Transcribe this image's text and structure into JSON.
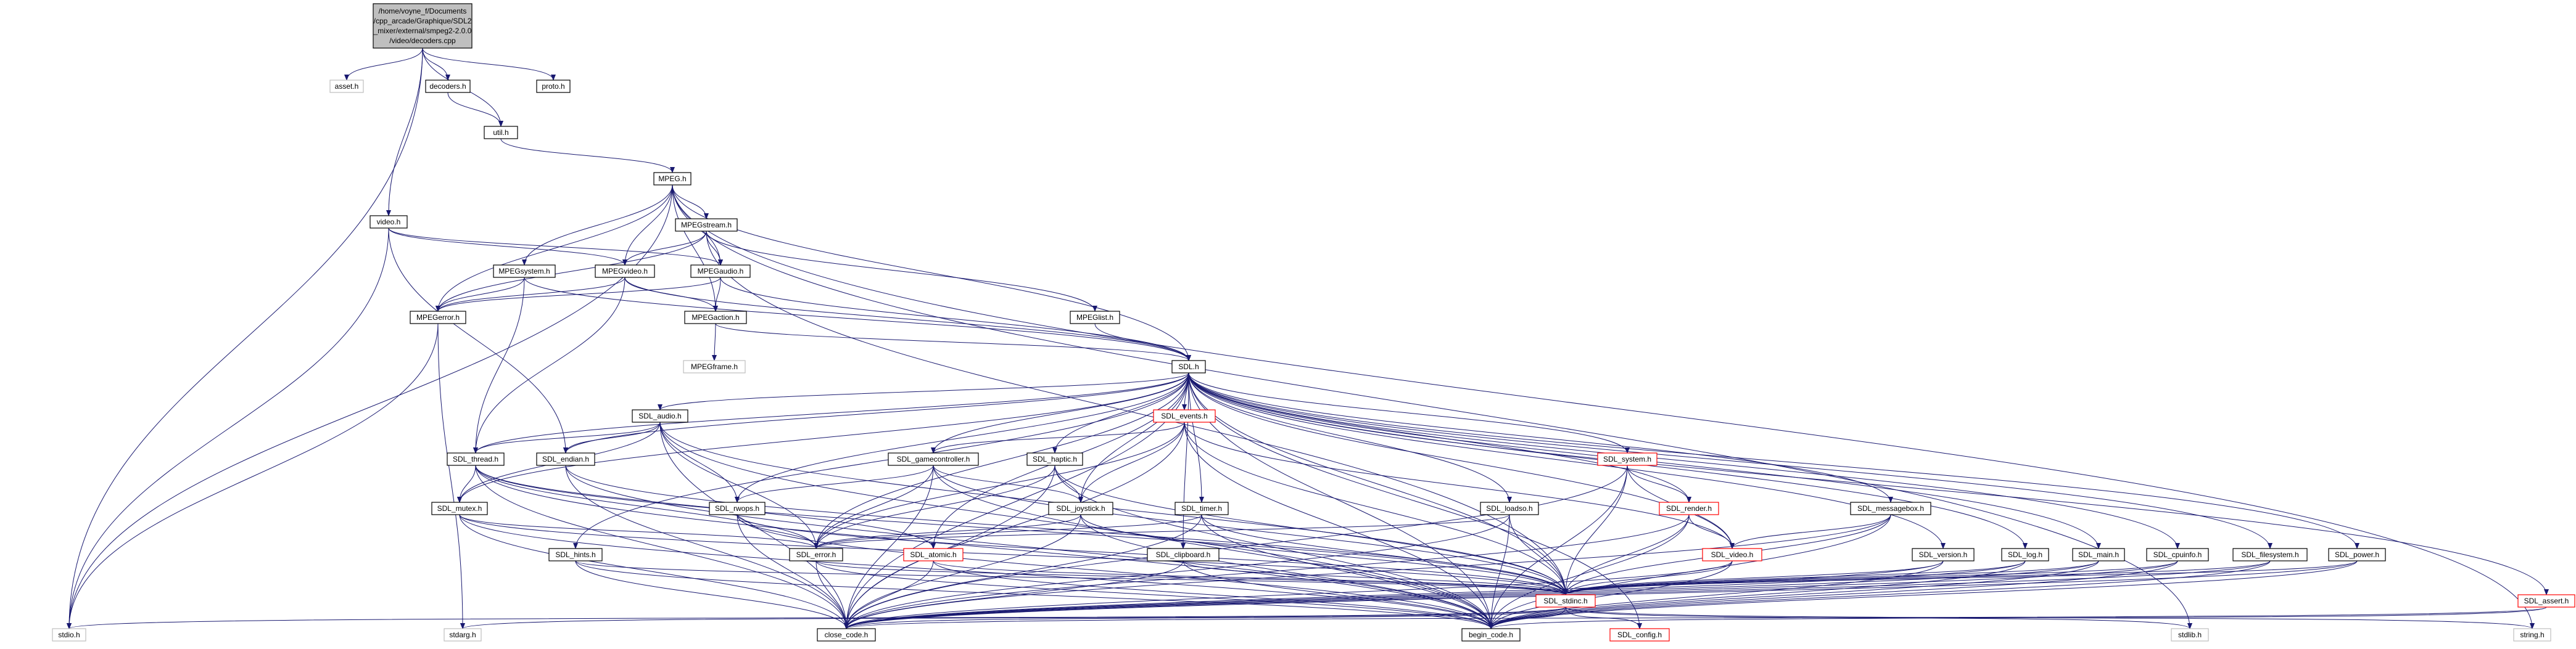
{
  "title_lines": [
    "/home/voyne_f/Documents",
    "/cpp_arcade/Graphique/SDL2",
    "_mixer/external/smpeg2-2.0.0",
    "/video/decoders.cpp"
  ],
  "colors": {
    "edge": "#191970",
    "default_border": "#000000",
    "missing_border": "#bfbfbf",
    "missing_text": "#9a9a9a",
    "truncated_border": "#ff0000",
    "root_fill": "#bfbfbf",
    "fill": "#ffffff"
  },
  "nodes": [
    {
      "id": "root",
      "label": "/home/voyne_f/Documents /cpp_arcade/Graphique/SDL2 _mixer/external/smpeg2-2.0.0 /video/decoders.cpp",
      "kind": "root"
    },
    {
      "id": "asset_h",
      "label": "asset.h",
      "kind": "missing"
    },
    {
      "id": "decoders_h",
      "label": "decoders.h",
      "kind": "normal"
    },
    {
      "id": "proto_h",
      "label": "proto.h",
      "kind": "normal"
    },
    {
      "id": "util_h",
      "label": "util.h",
      "kind": "normal"
    },
    {
      "id": "video_h",
      "label": "video.h",
      "kind": "normal"
    },
    {
      "id": "MPEG_h",
      "label": "MPEG.h",
      "kind": "normal"
    },
    {
      "id": "MPEGstream_h",
      "label": "MPEGstream.h",
      "kind": "normal"
    },
    {
      "id": "MPEGsystem_h",
      "label": "MPEGsystem.h",
      "kind": "normal"
    },
    {
      "id": "MPEGvideo_h",
      "label": "MPEGvideo.h",
      "kind": "normal"
    },
    {
      "id": "MPEGaudio_h",
      "label": "MPEGaudio.h",
      "kind": "normal"
    },
    {
      "id": "MPEGerror_h",
      "label": "MPEGerror.h",
      "kind": "normal"
    },
    {
      "id": "MPEGaction_h",
      "label": "MPEGaction.h",
      "kind": "normal"
    },
    {
      "id": "MPEGlist_h",
      "label": "MPEGlist.h",
      "kind": "normal"
    },
    {
      "id": "MPEGframe_h",
      "label": "MPEGframe.h",
      "kind": "missing"
    },
    {
      "id": "SDL_h",
      "label": "SDL.h",
      "kind": "normal"
    },
    {
      "id": "SDL_audio_h",
      "label": "SDL_audio.h",
      "kind": "normal"
    },
    {
      "id": "SDL_events_h",
      "label": "SDL_events.h",
      "kind": "truncated"
    },
    {
      "id": "SDL_thread_h",
      "label": "SDL_thread.h",
      "kind": "normal"
    },
    {
      "id": "SDL_endian_h",
      "label": "SDL_endian.h",
      "kind": "normal"
    },
    {
      "id": "SDL_gamecontroller_h",
      "label": "SDL_gamecontroller.h",
      "kind": "normal"
    },
    {
      "id": "SDL_haptic_h",
      "label": "SDL_haptic.h",
      "kind": "normal"
    },
    {
      "id": "SDL_system_h",
      "label": "SDL_system.h",
      "kind": "truncated"
    },
    {
      "id": "SDL_mutex_h",
      "label": "SDL_mutex.h",
      "kind": "normal"
    },
    {
      "id": "SDL_rwops_h",
      "label": "SDL_rwops.h",
      "kind": "normal"
    },
    {
      "id": "SDL_joystick_h",
      "label": "SDL_joystick.h",
      "kind": "normal"
    },
    {
      "id": "SDL_timer_h",
      "label": "SDL_timer.h",
      "kind": "normal"
    },
    {
      "id": "SDL_loadso_h",
      "label": "SDL_loadso.h",
      "kind": "normal"
    },
    {
      "id": "SDL_render_h",
      "label": "SDL_render.h",
      "kind": "truncated"
    },
    {
      "id": "SDL_messagebox_h",
      "label": "SDL_messagebox.h",
      "kind": "normal"
    },
    {
      "id": "SDL_error_h",
      "label": "SDL_error.h",
      "kind": "normal"
    },
    {
      "id": "SDL_video_h",
      "label": "SDL_video.h",
      "kind": "truncated"
    },
    {
      "id": "SDL_hints_h",
      "label": "SDL_hints.h",
      "kind": "normal"
    },
    {
      "id": "SDL_atomic_h",
      "label": "SDL_atomic.h",
      "kind": "truncated"
    },
    {
      "id": "SDL_clipboard_h",
      "label": "SDL_clipboard.h",
      "kind": "normal"
    },
    {
      "id": "SDL_version_h",
      "label": "SDL_version.h",
      "kind": "normal"
    },
    {
      "id": "SDL_log_h",
      "label": "SDL_log.h",
      "kind": "normal"
    },
    {
      "id": "SDL_main_h",
      "label": "SDL_main.h",
      "kind": "normal"
    },
    {
      "id": "SDL_cpuinfo_h",
      "label": "SDL_cpuinfo.h",
      "kind": "normal"
    },
    {
      "id": "SDL_filesystem_h",
      "label": "SDL_filesystem.h",
      "kind": "normal"
    },
    {
      "id": "SDL_power_h",
      "label": "SDL_power.h",
      "kind": "normal"
    },
    {
      "id": "SDL_assert_h",
      "label": "SDL_assert.h",
      "kind": "truncated"
    },
    {
      "id": "SDL_stdinc_h",
      "label": "SDL_stdinc.h",
      "kind": "truncated"
    },
    {
      "id": "stdio_h",
      "label": "stdio.h",
      "kind": "missing"
    },
    {
      "id": "stdarg_h",
      "label": "stdarg.h",
      "kind": "missing"
    },
    {
      "id": "close_code_h",
      "label": "close_code.h",
      "kind": "normal"
    },
    {
      "id": "begin_code_h",
      "label": "begin_code.h",
      "kind": "normal"
    },
    {
      "id": "SDL_config_h",
      "label": "SDL_config.h",
      "kind": "truncated"
    },
    {
      "id": "stdlib_h",
      "label": "stdlib.h",
      "kind": "missing"
    },
    {
      "id": "string_h",
      "label": "string.h",
      "kind": "missing"
    }
  ],
  "edges": [
    [
      "root",
      "asset_h"
    ],
    [
      "root",
      "decoders_h"
    ],
    [
      "root",
      "proto_h"
    ],
    [
      "root",
      "util_h"
    ],
    [
      "root",
      "video_h"
    ],
    [
      "root",
      "stdio_h"
    ],
    [
      "decoders_h",
      "util_h"
    ],
    [
      "util_h",
      "MPEG_h"
    ],
    [
      "video_h",
      "MPEGvideo_h"
    ],
    [
      "video_h",
      "MPEGaudio_h"
    ],
    [
      "video_h",
      "SDL_endian_h"
    ],
    [
      "video_h",
      "stdio_h"
    ],
    [
      "MPEG_h",
      "MPEGstream_h"
    ],
    [
      "MPEG_h",
      "MPEGsystem_h"
    ],
    [
      "MPEG_h",
      "MPEGvideo_h"
    ],
    [
      "MPEG_h",
      "MPEGaudio_h"
    ],
    [
      "MPEG_h",
      "MPEGerror_h"
    ],
    [
      "MPEG_h",
      "MPEGaction_h"
    ],
    [
      "MPEG_h",
      "SDL_h"
    ],
    [
      "MPEG_h",
      "stdio_h"
    ],
    [
      "MPEG_h",
      "stdlib_h"
    ],
    [
      "MPEG_h",
      "string_h"
    ],
    [
      "MPEGstream_h",
      "MPEGvideo_h"
    ],
    [
      "MPEGstream_h",
      "MPEGaudio_h"
    ],
    [
      "MPEGstream_h",
      "MPEGerror_h"
    ],
    [
      "MPEGstream_h",
      "MPEGlist_h"
    ],
    [
      "MPEGstream_h",
      "SDL_stdinc_h"
    ],
    [
      "MPEGsystem_h",
      "MPEGerror_h"
    ],
    [
      "MPEGsystem_h",
      "SDL_thread_h"
    ],
    [
      "MPEGsystem_h",
      "SDL_h"
    ],
    [
      "MPEGvideo_h",
      "MPEGerror_h"
    ],
    [
      "MPEGvideo_h",
      "MPEGaction_h"
    ],
    [
      "MPEGvideo_h",
      "SDL_thread_h"
    ],
    [
      "MPEGvideo_h",
      "SDL_h"
    ],
    [
      "MPEGaudio_h",
      "MPEGerror_h"
    ],
    [
      "MPEGaudio_h",
      "MPEGaction_h"
    ],
    [
      "MPEGaudio_h",
      "SDL_h"
    ],
    [
      "MPEGerror_h",
      "stdio_h"
    ],
    [
      "MPEGerror_h",
      "stdarg_h"
    ],
    [
      "MPEGaction_h",
      "MPEGframe_h"
    ],
    [
      "MPEGaction_h",
      "SDL_h"
    ],
    [
      "MPEGlist_h",
      "SDL_h"
    ],
    [
      "SDL_h",
      "SDL_audio_h"
    ],
    [
      "SDL_h",
      "SDL_events_h"
    ],
    [
      "SDL_h",
      "SDL_thread_h"
    ],
    [
      "SDL_h",
      "SDL_endian_h"
    ],
    [
      "SDL_h",
      "SDL_gamecontroller_h"
    ],
    [
      "SDL_h",
      "SDL_haptic_h"
    ],
    [
      "SDL_h",
      "SDL_system_h"
    ],
    [
      "SDL_h",
      "SDL_mutex_h"
    ],
    [
      "SDL_h",
      "SDL_rwops_h"
    ],
    [
      "SDL_h",
      "SDL_joystick_h"
    ],
    [
      "SDL_h",
      "SDL_timer_h"
    ],
    [
      "SDL_h",
      "SDL_loadso_h"
    ],
    [
      "SDL_h",
      "SDL_render_h"
    ],
    [
      "SDL_h",
      "SDL_messagebox_h"
    ],
    [
      "SDL_h",
      "SDL_error_h"
    ],
    [
      "SDL_h",
      "SDL_video_h"
    ],
    [
      "SDL_h",
      "SDL_hints_h"
    ],
    [
      "SDL_h",
      "SDL_atomic_h"
    ],
    [
      "SDL_h",
      "SDL_clipboard_h"
    ],
    [
      "SDL_h",
      "SDL_version_h"
    ],
    [
      "SDL_h",
      "SDL_log_h"
    ],
    [
      "SDL_h",
      "SDL_main_h"
    ],
    [
      "SDL_h",
      "SDL_cpuinfo_h"
    ],
    [
      "SDL_h",
      "SDL_filesystem_h"
    ],
    [
      "SDL_h",
      "SDL_power_h"
    ],
    [
      "SDL_h",
      "SDL_assert_h"
    ],
    [
      "SDL_h",
      "SDL_stdinc_h"
    ],
    [
      "SDL_h",
      "close_code_h"
    ],
    [
      "SDL_h",
      "begin_code_h"
    ],
    [
      "SDL_h",
      "SDL_config_h"
    ],
    [
      "SDL_audio_h",
      "SDL_thread_h"
    ],
    [
      "SDL_audio_h",
      "SDL_endian_h"
    ],
    [
      "SDL_audio_h",
      "SDL_mutex_h"
    ],
    [
      "SDL_audio_h",
      "SDL_rwops_h"
    ],
    [
      "SDL_audio_h",
      "SDL_error_h"
    ],
    [
      "SDL_audio_h",
      "SDL_stdinc_h"
    ],
    [
      "SDL_audio_h",
      "close_code_h"
    ],
    [
      "SDL_audio_h",
      "begin_code_h"
    ],
    [
      "SDL_events_h",
      "SDL_gamecontroller_h"
    ],
    [
      "SDL_events_h",
      "SDL_joystick_h"
    ],
    [
      "SDL_events_h",
      "SDL_video_h"
    ],
    [
      "SDL_events_h",
      "SDL_error_h"
    ],
    [
      "SDL_events_h",
      "SDL_stdinc_h"
    ],
    [
      "SDL_events_h",
      "close_code_h"
    ],
    [
      "SDL_events_h",
      "begin_code_h"
    ],
    [
      "SDL_thread_h",
      "SDL_mutex_h"
    ],
    [
      "SDL_thread_h",
      "SDL_error_h"
    ],
    [
      "SDL_thread_h",
      "SDL_atomic_h"
    ],
    [
      "SDL_thread_h",
      "SDL_stdinc_h"
    ],
    [
      "SDL_thread_h",
      "close_code_h"
    ],
    [
      "SDL_thread_h",
      "begin_code_h"
    ],
    [
      "SDL_endian_h",
      "SDL_stdinc_h"
    ],
    [
      "SDL_endian_h",
      "close_code_h"
    ],
    [
      "SDL_endian_h",
      "begin_code_h"
    ],
    [
      "SDL_gamecontroller_h",
      "SDL_joystick_h"
    ],
    [
      "SDL_gamecontroller_h",
      "SDL_rwops_h"
    ],
    [
      "SDL_gamecontroller_h",
      "SDL_error_h"
    ],
    [
      "SDL_gamecontroller_h",
      "SDL_stdinc_h"
    ],
    [
      "SDL_gamecontroller_h",
      "close_code_h"
    ],
    [
      "SDL_gamecontroller_h",
      "begin_code_h"
    ],
    [
      "SDL_haptic_h",
      "SDL_joystick_h"
    ],
    [
      "SDL_haptic_h",
      "SDL_error_h"
    ],
    [
      "SDL_haptic_h",
      "SDL_stdinc_h"
    ],
    [
      "SDL_haptic_h",
      "close_code_h"
    ],
    [
      "SDL_haptic_h",
      "begin_code_h"
    ],
    [
      "SDL_system_h",
      "SDL_render_h"
    ],
    [
      "SDL_system_h",
      "SDL_video_h"
    ],
    [
      "SDL_system_h",
      "SDL_stdinc_h"
    ],
    [
      "SDL_system_h",
      "close_code_h"
    ],
    [
      "SDL_system_h",
      "begin_code_h"
    ],
    [
      "SDL_mutex_h",
      "SDL_error_h"
    ],
    [
      "SDL_mutex_h",
      "SDL_stdinc_h"
    ],
    [
      "SDL_mutex_h",
      "close_code_h"
    ],
    [
      "SDL_mutex_h",
      "begin_code_h"
    ],
    [
      "SDL_rwops_h",
      "SDL_error_h"
    ],
    [
      "SDL_rwops_h",
      "SDL_stdinc_h"
    ],
    [
      "SDL_rwops_h",
      "close_code_h"
    ],
    [
      "SDL_rwops_h",
      "begin_code_h"
    ],
    [
      "SDL_joystick_h",
      "SDL_error_h"
    ],
    [
      "SDL_joystick_h",
      "SDL_stdinc_h"
    ],
    [
      "SDL_joystick_h",
      "close_code_h"
    ],
    [
      "SDL_joystick_h",
      "begin_code_h"
    ],
    [
      "SDL_timer_h",
      "SDL_error_h"
    ],
    [
      "SDL_timer_h",
      "SDL_stdinc_h"
    ],
    [
      "SDL_timer_h",
      "close_code_h"
    ],
    [
      "SDL_timer_h",
      "begin_code_h"
    ],
    [
      "SDL_loadso_h",
      "SDL_error_h"
    ],
    [
      "SDL_loadso_h",
      "SDL_stdinc_h"
    ],
    [
      "SDL_loadso_h",
      "close_code_h"
    ],
    [
      "SDL_loadso_h",
      "begin_code_h"
    ],
    [
      "SDL_render_h",
      "SDL_video_h"
    ],
    [
      "SDL_render_h",
      "SDL_stdinc_h"
    ],
    [
      "SDL_render_h",
      "close_code_h"
    ],
    [
      "SDL_render_h",
      "begin_code_h"
    ],
    [
      "SDL_messagebox_h",
      "SDL_video_h"
    ],
    [
      "SDL_messagebox_h",
      "SDL_stdinc_h"
    ],
    [
      "SDL_messagebox_h",
      "close_code_h"
    ],
    [
      "SDL_messagebox_h",
      "begin_code_h"
    ],
    [
      "SDL_error_h",
      "SDL_stdinc_h"
    ],
    [
      "SDL_error_h",
      "close_code_h"
    ],
    [
      "SDL_error_h",
      "begin_code_h"
    ],
    [
      "SDL_video_h",
      "SDL_stdinc_h"
    ],
    [
      "SDL_video_h",
      "close_code_h"
    ],
    [
      "SDL_video_h",
      "begin_code_h"
    ],
    [
      "SDL_hints_h",
      "SDL_stdinc_h"
    ],
    [
      "SDL_hints_h",
      "close_code_h"
    ],
    [
      "SDL_hints_h",
      "begin_code_h"
    ],
    [
      "SDL_atomic_h",
      "SDL_stdinc_h"
    ],
    [
      "SDL_atomic_h",
      "close_code_h"
    ],
    [
      "SDL_atomic_h",
      "begin_code_h"
    ],
    [
      "SDL_clipboard_h",
      "SDL_stdinc_h"
    ],
    [
      "SDL_clipboard_h",
      "close_code_h"
    ],
    [
      "SDL_clipboard_h",
      "begin_code_h"
    ],
    [
      "SDL_version_h",
      "SDL_stdinc_h"
    ],
    [
      "SDL_version_h",
      "close_code_h"
    ],
    [
      "SDL_version_h",
      "begin_code_h"
    ],
    [
      "SDL_log_h",
      "SDL_stdinc_h"
    ],
    [
      "SDL_log_h",
      "close_code_h"
    ],
    [
      "SDL_log_h",
      "begin_code_h"
    ],
    [
      "SDL_main_h",
      "SDL_stdinc_h"
    ],
    [
      "SDL_main_h",
      "close_code_h"
    ],
    [
      "SDL_main_h",
      "begin_code_h"
    ],
    [
      "SDL_cpuinfo_h",
      "SDL_stdinc_h"
    ],
    [
      "SDL_cpuinfo_h",
      "close_code_h"
    ],
    [
      "SDL_cpuinfo_h",
      "begin_code_h"
    ],
    [
      "SDL_filesystem_h",
      "SDL_stdinc_h"
    ],
    [
      "SDL_filesystem_h",
      "close_code_h"
    ],
    [
      "SDL_filesystem_h",
      "begin_code_h"
    ],
    [
      "SDL_power_h",
      "SDL_stdinc_h"
    ],
    [
      "SDL_power_h",
      "close_code_h"
    ],
    [
      "SDL_power_h",
      "begin_code_h"
    ],
    [
      "SDL_assert_h",
      "close_code_h"
    ],
    [
      "SDL_assert_h",
      "begin_code_h"
    ],
    [
      "SDL_stdinc_h",
      "SDL_config_h"
    ],
    [
      "SDL_stdinc_h",
      "stdio_h"
    ],
    [
      "SDL_stdinc_h",
      "stdarg_h"
    ],
    [
      "SDL_stdinc_h",
      "stdlib_h"
    ],
    [
      "SDL_stdinc_h",
      "string_h"
    ],
    [
      "SDL_stdinc_h",
      "close_code_h"
    ],
    [
      "SDL_stdinc_h",
      "begin_code_h"
    ]
  ]
}
